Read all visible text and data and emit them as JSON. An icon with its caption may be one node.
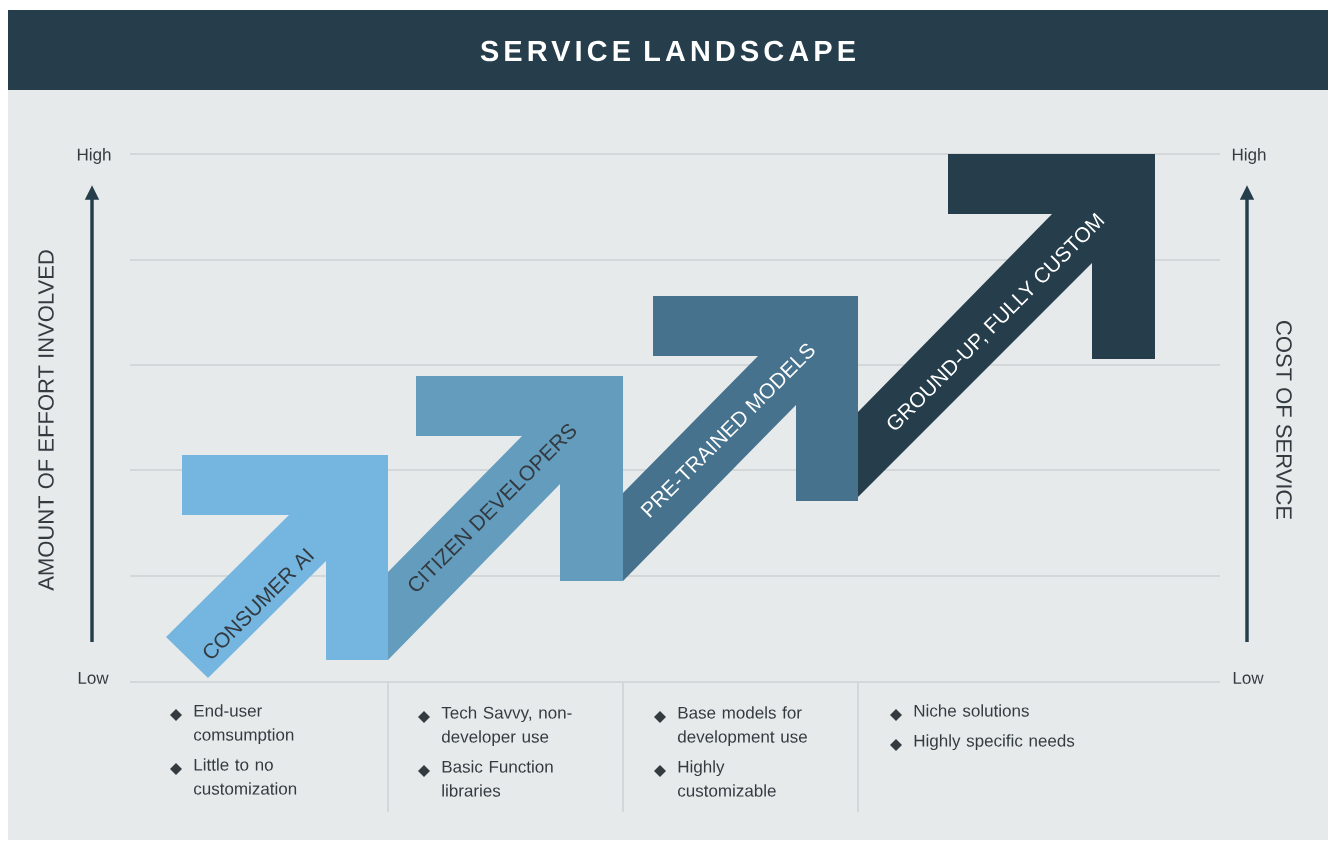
{
  "diagram": {
    "title": "SERVICE LANDSCAPE",
    "nodes": [
      {
        "text": [
          "CONSUMER AI"
        ]
      },
      {
        "text": [
          "CITIZEN DEVELOPERS"
        ]
      },
      {
        "text": [
          "PRE-TRAINED MODELS"
        ]
      },
      {
        "text": [
          "GROUND-UP, FULLY CUSTOM"
        ]
      }
    ],
    "labels": [
      "High",
      "High",
      "AMOUNT OF EFFORT INVOLVED",
      "COST OF SERVICE",
      "Low",
      "Low",
      "End-user comsumption",
      "Little to no customization",
      "Tech Savvy, non-developer use",
      "Basic Function libraries",
      "Base models for development use",
      "Highly customizable",
      "Niche solutions",
      "Highly specific needs"
    ]
  }
}
